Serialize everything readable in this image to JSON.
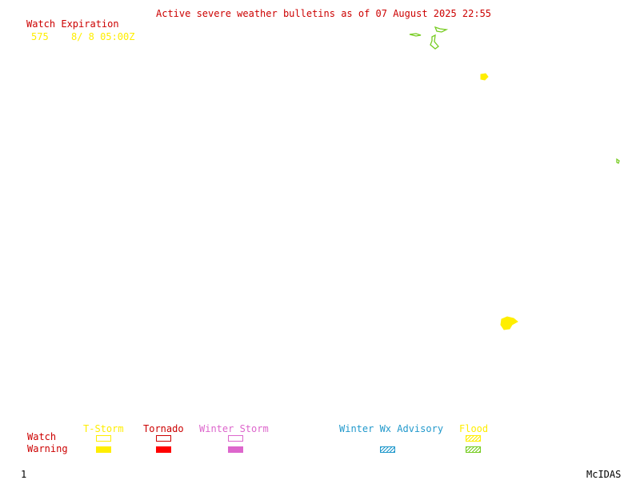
{
  "header": {
    "title": "Active severe weather bulletins as of 07 August 2025 22:55",
    "watch_expiration_label": "Watch Expiration",
    "watch_number": "575",
    "watch_expiration_time": "8/ 8 05:00Z"
  },
  "legend": {
    "row_labels": {
      "watch": "Watch",
      "warning": "Warning"
    },
    "columns": [
      {
        "id": "tstorm",
        "label": "T-Storm",
        "color": "#ffee00",
        "watch": "outline",
        "warning": "filled"
      },
      {
        "id": "tornado",
        "label": "Tornado",
        "color": "#cc0000",
        "watch": "outline",
        "warning": "filled"
      },
      {
        "id": "winter-storm",
        "label": "Winter Storm",
        "color": "#dd66cc",
        "watch": "outline",
        "warning": "filled"
      },
      {
        "id": "winter-wx-advisory",
        "label": "Winter Wx Advisory",
        "color": "#2299cc",
        "watch": "none",
        "warning": "hatched"
      },
      {
        "id": "flood",
        "label": "Flood",
        "color": "#77cc22",
        "watch": "hatched-yellow",
        "warning": "hatched"
      }
    ]
  },
  "map": {
    "areas": [
      {
        "type": "flood",
        "color": "#77cc22"
      },
      {
        "type": "tstorm-warning",
        "color": "#ffee00"
      }
    ]
  },
  "footer": {
    "frame_number": "1",
    "brand": "McIDAS"
  }
}
